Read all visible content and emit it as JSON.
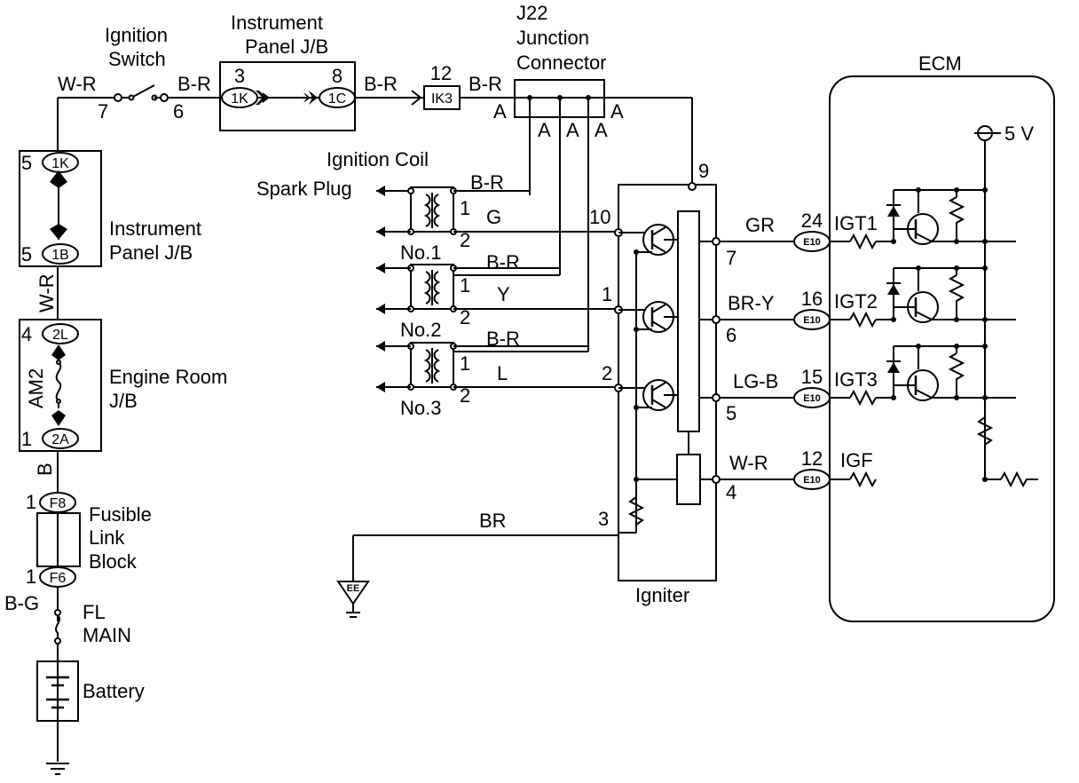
{
  "components": {
    "ignition_switch": "Ignition\nSwitch",
    "instrument_panel_jb_top": "Instrument\nPanel J/B",
    "j22": "J22\nJunction\nConnector",
    "ecm": "ECM",
    "ignition_coil": "Ignition Coil",
    "spark_plug": "Spark Plug",
    "instrument_panel_jb_left": "Instrument\nPanel J/B",
    "engine_room_jb": "Engine Room\nJ/B",
    "am2": "AM2",
    "fusible_link_block": "Fusible\nLink\nBlock",
    "fl_main": "FL\nMAIN",
    "battery": "Battery",
    "igniter": "Igniter",
    "five_v": "5 V"
  },
  "connectors": {
    "c1k": "1K",
    "c1c": "1C",
    "cik3": "IK3",
    "c1b": "1B",
    "c2l": "2L",
    "c2a": "2A",
    "cf8": "F8",
    "cf6": "F6",
    "e10": "E10",
    "ee": "EE"
  },
  "pins": {
    "sw7": "7",
    "sw6": "6",
    "ip3": "3",
    "ip8": "8",
    "ik12": "12",
    "jA1": "A",
    "jA2": "A",
    "jA3": "A",
    "jA4": "A",
    "jA5": "A",
    "lj5a": "5",
    "lj5b": "5",
    "er4": "4",
    "er1": "1",
    "f8_1": "1",
    "f6_1": "1",
    "ig9": "9",
    "ig10": "10",
    "ig1": "1",
    "ig2": "2",
    "ig3": "3",
    "ig7": "7",
    "ig6": "6",
    "ig5": "5",
    "ig4": "4",
    "c1_1": "1",
    "c1_2": "2",
    "c2_1": "1",
    "c2_2": "2",
    "c3_1": "1",
    "c3_2": "2",
    "e24": "24",
    "e16": "16",
    "e15": "15",
    "e12": "12"
  },
  "wires": {
    "wr_top": "W-R",
    "br_a": "B-R",
    "br_b": "B-R",
    "br_c": "B-R",
    "br_coil1": "B-R",
    "br_coil2": "B-R",
    "br_coil3": "B-R",
    "wr_left": "W-R",
    "b_left": "B",
    "bg": "B-G",
    "g": "G",
    "y": "Y",
    "l": "L",
    "br": "BR",
    "gr": "GR",
    "bry": "BR-Y",
    "lgb": "LG-B",
    "wr_igf": "W-R"
  },
  "coils": [
    "No.1",
    "No.2",
    "No.3"
  ],
  "signals": {
    "igt1": "IGT1",
    "igt2": "IGT2",
    "igt3": "IGT3",
    "igf": "IGF"
  }
}
